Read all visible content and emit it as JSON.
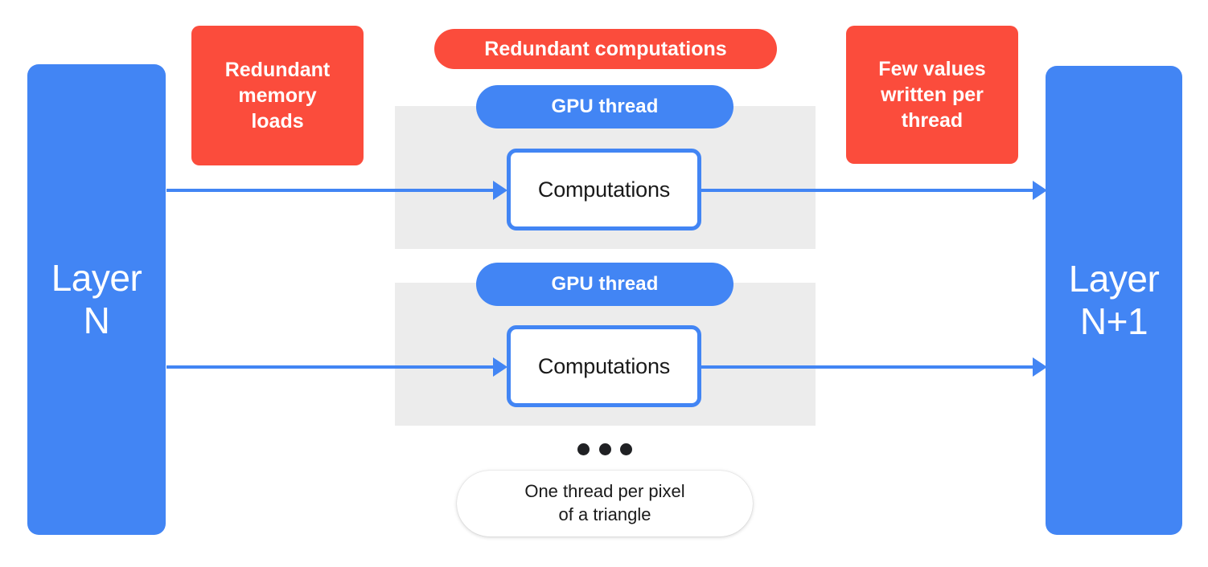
{
  "diagram": {
    "title": "GPU thread redundancy diagram",
    "colors": {
      "blue": "#4285f4",
      "red": "#fb4c3c",
      "band_grey": "#ececec",
      "text_dark": "#1a1a1a",
      "white": "#ffffff"
    },
    "layers": {
      "input": {
        "label": "Layer\nN"
      },
      "output": {
        "label": "Layer\nN+1"
      }
    },
    "callouts": {
      "memory_loads": {
        "label": "Redundant\nmemory\nloads"
      },
      "redundant_computations": {
        "label": "Redundant computations"
      },
      "values_written": {
        "label": "Few values\nwritten per\nthread"
      }
    },
    "threads": [
      {
        "pill_label": "GPU thread",
        "box_label": "Computations"
      },
      {
        "pill_label": "GPU thread",
        "box_label": "Computations"
      }
    ],
    "ellipsis": {
      "dot_count": 3
    },
    "caption": {
      "label": "One thread per pixel\nof a triangle"
    }
  }
}
